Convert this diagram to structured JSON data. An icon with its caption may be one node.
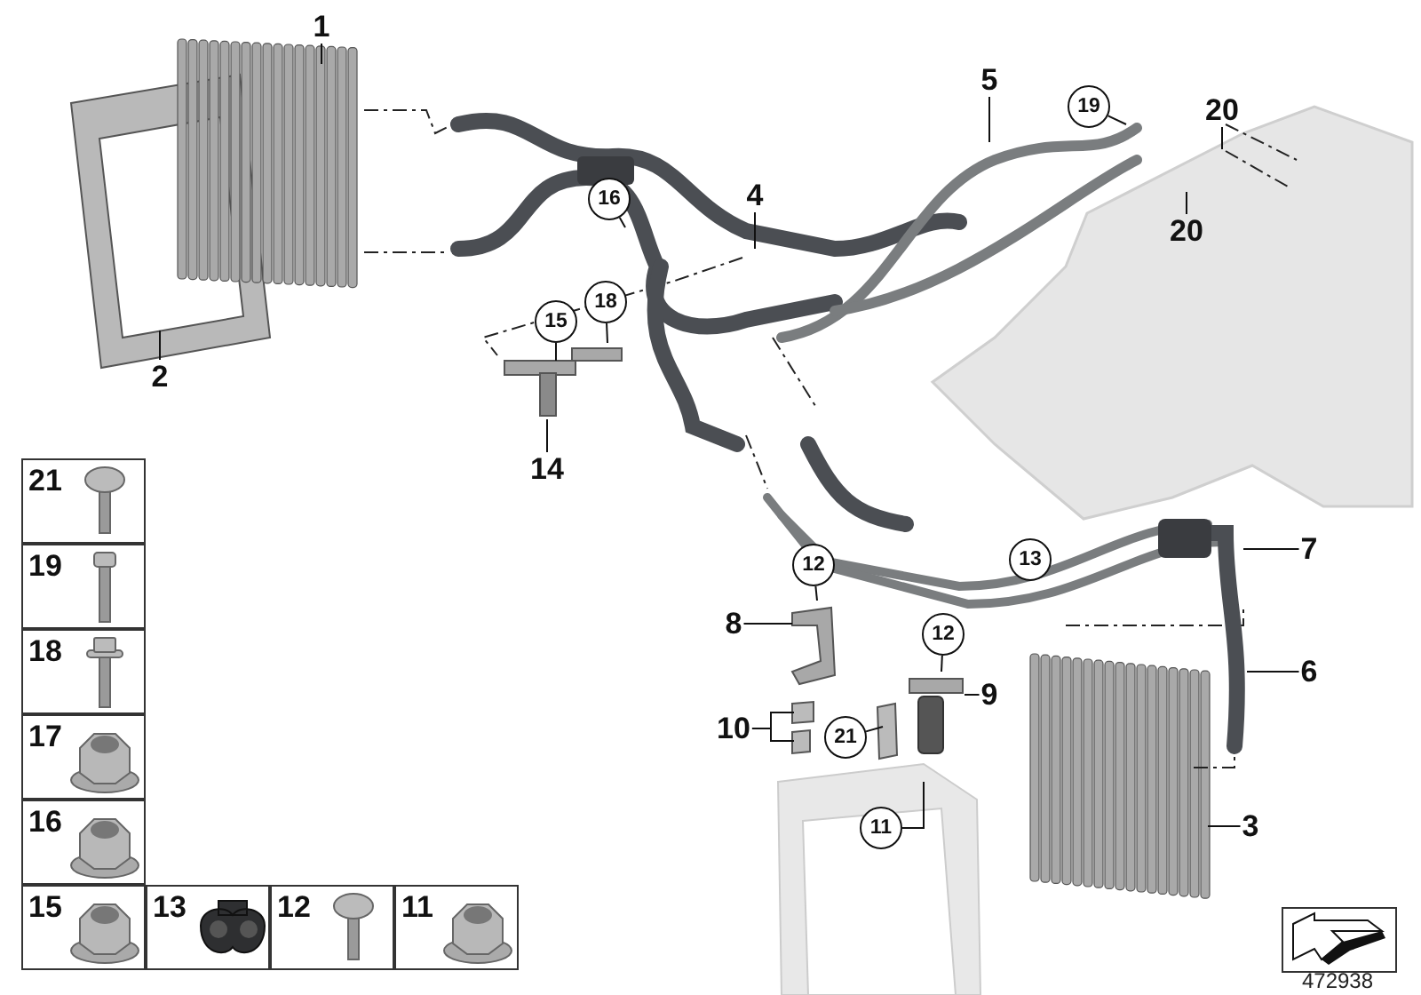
{
  "diagram": {
    "nodes": [
      {
        "text": [
          "1"
        ]
      },
      {
        "text": [
          "2"
        ]
      },
      {
        "text": [
          "5"
        ]
      },
      {
        "text": [
          "19"
        ]
      },
      {
        "text": [
          "20"
        ]
      },
      {
        "text": [
          "16"
        ]
      },
      {
        "text": [
          "4"
        ]
      },
      {
        "text": [
          "20"
        ]
      },
      {
        "text": [
          "18"
        ]
      },
      {
        "text": [
          "15"
        ]
      },
      {
        "text": [
          "14"
        ]
      },
      {
        "text": [
          "12"
        ]
      },
      {
        "text": [
          "7"
        ]
      },
      {
        "text": [
          "8"
        ]
      },
      {
        "text": [
          "12"
        ]
      },
      {
        "text": [
          "6"
        ]
      },
      {
        "text": [
          "9"
        ]
      },
      {
        "text": [
          "10"
        ]
      },
      {
        "text": [
          "21"
        ]
      },
      {
        "text": [
          "11"
        ]
      },
      {
        "text": [
          "3"
        ]
      },
      {
        "text": [
          "13"
        ]
      }
    ],
    "edges": [
      {
        "from": 0,
        "to": null,
        "arrow": "none"
      },
      {
        "from": 1,
        "to": null,
        "arrow": "none"
      },
      {
        "from": 2,
        "to": null,
        "arrow": "none"
      },
      {
        "from": 3,
        "to": null,
        "arrow": "none"
      },
      {
        "from": 4,
        "to": null,
        "arrow": "none"
      },
      {
        "from": 5,
        "to": null,
        "arrow": "none"
      },
      {
        "from": 6,
        "to": null,
        "arrow": "none"
      },
      {
        "from": 7,
        "to": null,
        "arrow": "none"
      },
      {
        "from": 8,
        "to": null,
        "arrow": "none"
      },
      {
        "from": 9,
        "to": null,
        "arrow": "none"
      },
      {
        "from": 10,
        "to": null,
        "arrow": "none"
      },
      {
        "from": 11,
        "to": null,
        "arrow": "none"
      },
      {
        "from": 12,
        "to": null,
        "arrow": "none"
      },
      {
        "from": 13,
        "to": null,
        "arrow": "none"
      },
      {
        "from": 14,
        "to": null,
        "arrow": "none"
      },
      {
        "from": 15,
        "to": null,
        "arrow": "none"
      },
      {
        "from": 16,
        "to": null,
        "arrow": "none"
      },
      {
        "from": 17,
        "to": null,
        "arrow": "none"
      },
      {
        "from": 17,
        "to": null,
        "arrow": "none"
      },
      {
        "from": 18,
        "to": null,
        "arrow": "none"
      },
      {
        "from": 19,
        "to": null,
        "arrow": "none"
      },
      {
        "from": 20,
        "to": null,
        "arrow": "none"
      }
    ],
    "labels": [
      "21",
      "19",
      "18",
      "17",
      "16",
      "15",
      "13",
      "12",
      "11",
      "472938"
    ]
  }
}
